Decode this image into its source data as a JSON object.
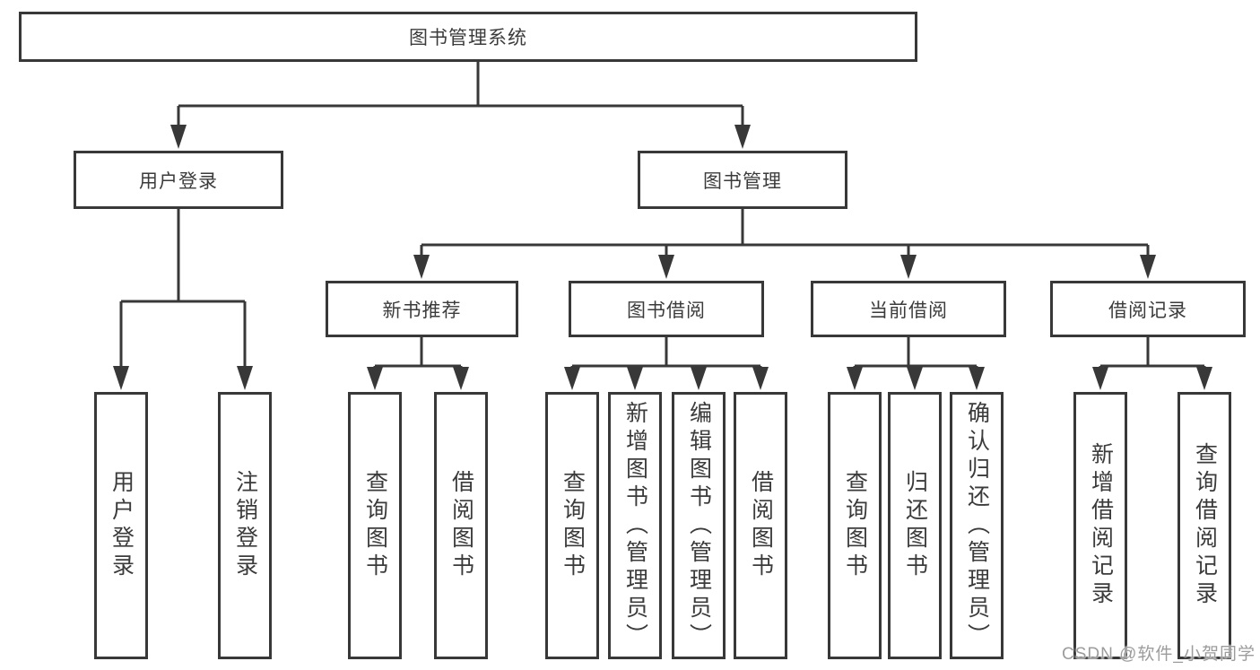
{
  "diagram": {
    "type": "hierarchy-tree",
    "watermark": "CSDN @软件_小贺同学",
    "colors": {
      "line": "#383838",
      "text": "#3b3b3b",
      "watermark": "#9c9c9c",
      "background": "#ffffff"
    },
    "root": {
      "label": "图书管理系统",
      "children": [
        {
          "label": "用户登录",
          "children": [
            {
              "label": "用户登录"
            },
            {
              "label": "注销登录"
            }
          ]
        },
        {
          "label": "图书管理",
          "children": [
            {
              "label": "新书推荐",
              "children": [
                {
                  "label": "查询图书"
                },
                {
                  "label": "借阅图书"
                }
              ]
            },
            {
              "label": "图书借阅",
              "children": [
                {
                  "label": "查询图书"
                },
                {
                  "label": "新增图书（管理员）"
                },
                {
                  "label": "编辑图书（管理员）"
                },
                {
                  "label": "借阅图书"
                }
              ]
            },
            {
              "label": "当前借阅",
              "children": [
                {
                  "label": "查询图书"
                },
                {
                  "label": "归还图书"
                },
                {
                  "label": "确认归还（管理员）"
                }
              ]
            },
            {
              "label": "借阅记录",
              "children": [
                {
                  "label": "新增借阅记录"
                },
                {
                  "label": "查询借阅记录"
                }
              ]
            }
          ]
        }
      ]
    }
  }
}
